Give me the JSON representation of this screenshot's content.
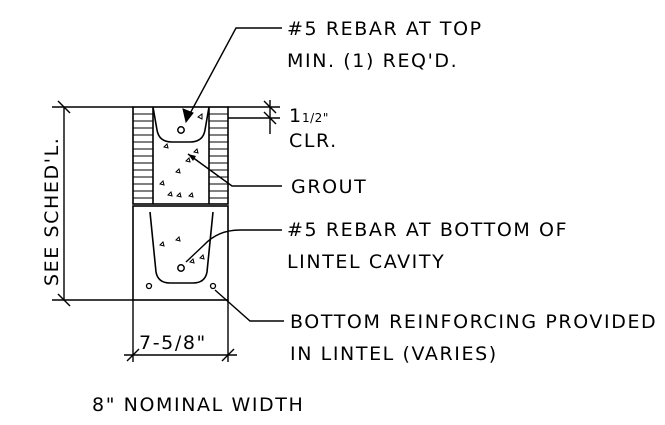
{
  "labels": {
    "rebar_top_line1": "#5 REBAR AT TOP",
    "rebar_top_line2": "MIN. (1) REQ'D.",
    "clearance_whole": "1",
    "clearance_fraction": "1/2\"",
    "clearance_clr": "CLR.",
    "grout": "GROUT",
    "rebar_bottom_line1": "#5 REBAR AT BOTTOM OF",
    "rebar_bottom_line2": "LINTEL CAVITY",
    "bottom_reinf_line1": "BOTTOM REINFORCING PROVIDED",
    "bottom_reinf_line2": "IN LINTEL (VARIES)",
    "height_dim": "SEE SCHED'L.",
    "width_dim": "7-5/8\"",
    "nominal_width": "8\" NOMINAL WIDTH"
  },
  "colors": {
    "line": "#000000",
    "background": "#ffffff"
  }
}
